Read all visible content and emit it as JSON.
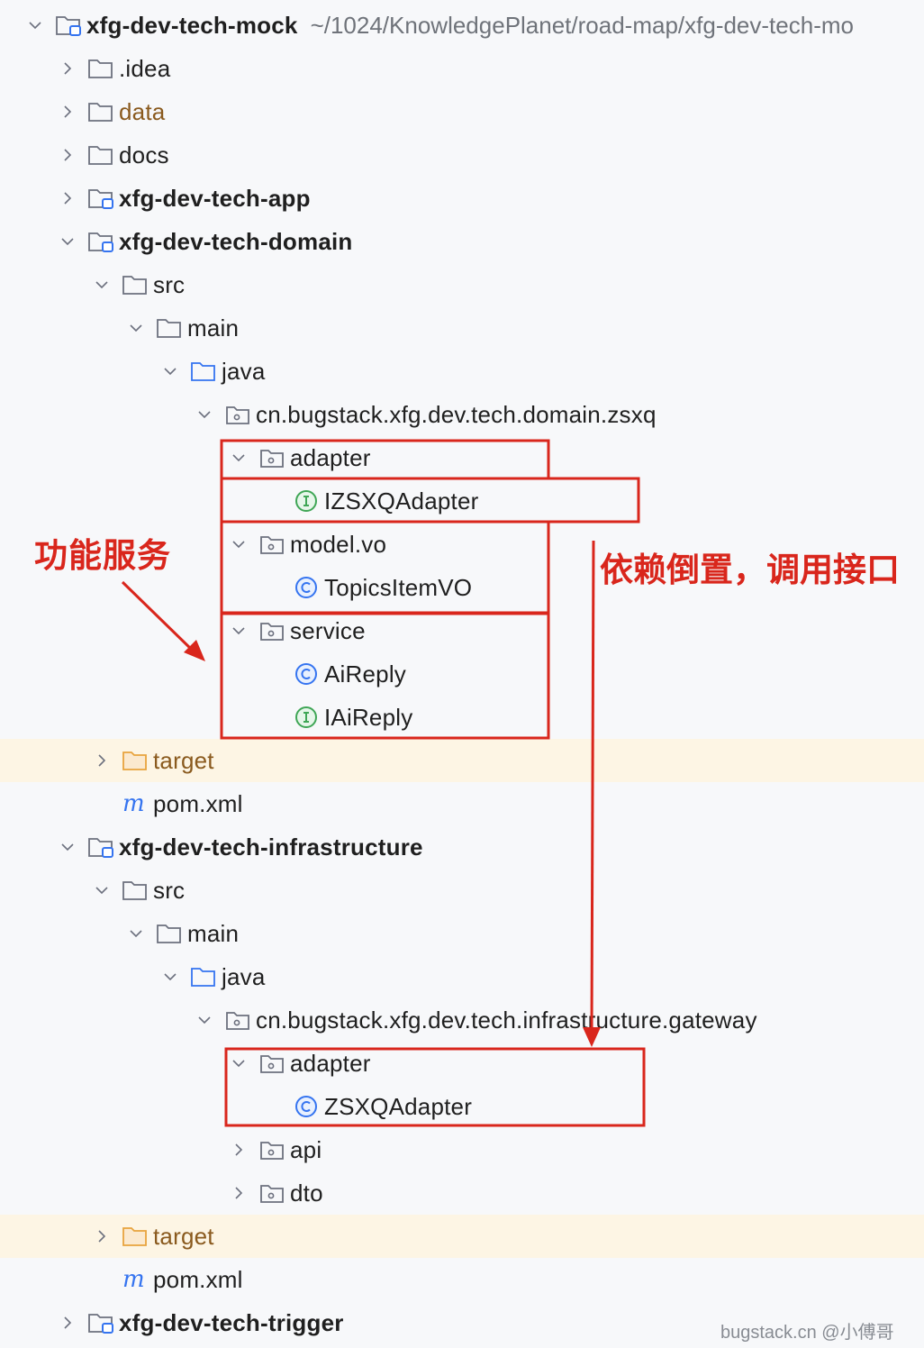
{
  "project_tree": {
    "root": {
      "label": "xfg-dev-tech-mock",
      "path": "~/1024/KnowledgePlanet/road-map/xfg-dev-tech-mo"
    },
    "rows": [
      {
        "label": "xfg-dev-tech-mock",
        "chevron": "down",
        "icon": "module-folder",
        "bold": true
      },
      {
        "label": ".idea",
        "chevron": "right",
        "icon": "folder"
      },
      {
        "label": "data",
        "chevron": "right",
        "icon": "folder",
        "tone": "brown"
      },
      {
        "label": "docs",
        "chevron": "right",
        "icon": "folder"
      },
      {
        "label": "xfg-dev-tech-app",
        "chevron": "right",
        "icon": "module-folder",
        "bold": true
      },
      {
        "label": "xfg-dev-tech-domain",
        "chevron": "down",
        "icon": "module-folder",
        "bold": true
      },
      {
        "label": "src",
        "chevron": "down",
        "icon": "folder"
      },
      {
        "label": "main",
        "chevron": "down",
        "icon": "folder"
      },
      {
        "label": "java",
        "chevron": "down",
        "icon": "source-folder"
      },
      {
        "label": "cn.bugstack.xfg.dev.tech.domain.zsxq",
        "chevron": "down",
        "icon": "package"
      },
      {
        "label": "adapter",
        "chevron": "down",
        "icon": "package"
      },
      {
        "label": "IZSXQAdapter",
        "chevron": "none",
        "icon": "interface"
      },
      {
        "label": "model.vo",
        "chevron": "down",
        "icon": "package"
      },
      {
        "label": "TopicsItemVO",
        "chevron": "none",
        "icon": "class"
      },
      {
        "label": "service",
        "chevron": "down",
        "icon": "package"
      },
      {
        "label": "AiReply",
        "chevron": "none",
        "icon": "class"
      },
      {
        "label": "IAiReply",
        "chevron": "none",
        "icon": "interface"
      },
      {
        "label": "target",
        "chevron": "right",
        "icon": "excluded-folder",
        "tone": "brown",
        "highlight": true
      },
      {
        "label": "pom.xml",
        "chevron": "none",
        "icon": "maven"
      },
      {
        "label": "xfg-dev-tech-infrastructure",
        "chevron": "down",
        "icon": "module-folder",
        "bold": true
      },
      {
        "label": "src",
        "chevron": "down",
        "icon": "folder"
      },
      {
        "label": "main",
        "chevron": "down",
        "icon": "folder"
      },
      {
        "label": "java",
        "chevron": "down",
        "icon": "source-folder"
      },
      {
        "label": "cn.bugstack.xfg.dev.tech.infrastructure.gateway",
        "chevron": "down",
        "icon": "package"
      },
      {
        "label": "adapter",
        "chevron": "down",
        "icon": "package"
      },
      {
        "label": "ZSXQAdapter",
        "chevron": "none",
        "icon": "class"
      },
      {
        "label": "api",
        "chevron": "right",
        "icon": "package"
      },
      {
        "label": "dto",
        "chevron": "right",
        "icon": "package"
      },
      {
        "label": "target",
        "chevron": "right",
        "icon": "excluded-folder",
        "tone": "brown",
        "highlight": true
      },
      {
        "label": "pom.xml",
        "chevron": "none",
        "icon": "maven"
      },
      {
        "label": "xfg-dev-tech-trigger",
        "chevron": "right",
        "icon": "module-folder",
        "bold": true
      }
    ]
  },
  "annotations": {
    "left_callout": "功能服务",
    "right_callout": "依赖倒置，调用接口",
    "accent_color": "#d9261c"
  },
  "watermark": "bugstack.cn @小傅哥"
}
